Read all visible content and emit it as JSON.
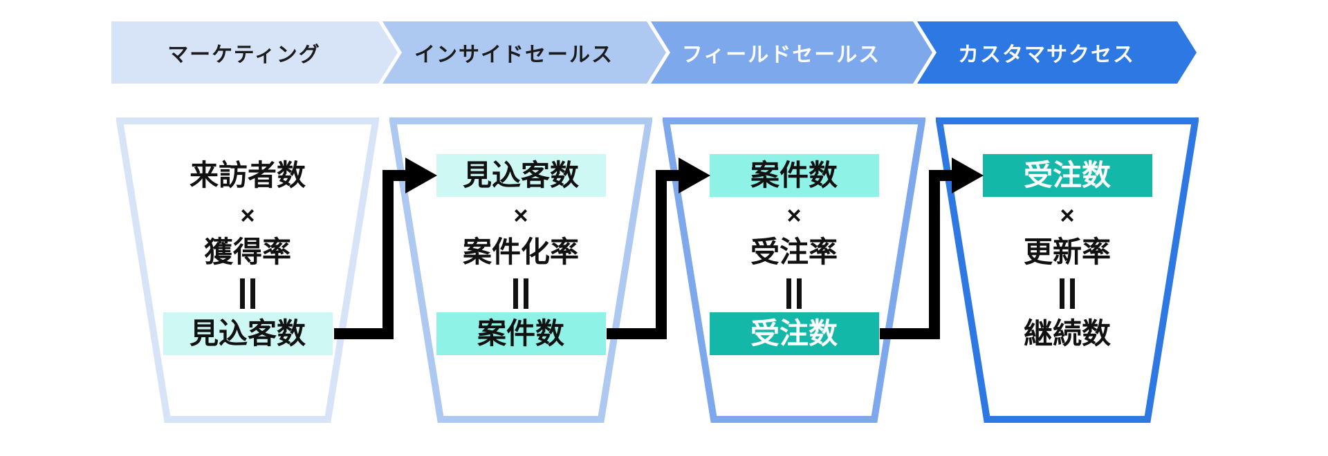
{
  "diagram": {
    "type": "sales-pipeline-funnel",
    "connector_color": "#000000",
    "equals_symbol": "||",
    "highlight_levels": {
      "none": "transparent",
      "light_cyan": "#cdf8f4",
      "aqua": "#8ef2e6",
      "teal": "#14b8a8"
    }
  },
  "stages": [
    {
      "label": "マーケティング",
      "color": "#d7e4f8",
      "text_color": "#1b1b1d",
      "funnel": {
        "input": {
          "text": "来訪者数",
          "bg": "transparent",
          "fg": "#111111"
        },
        "multiply": "×",
        "rate": "獲得率",
        "output": {
          "text": "見込客数",
          "bg": "#cdf8f4",
          "fg": "#111111"
        }
      }
    },
    {
      "label": "インサイドセールス",
      "color": "#adc8f1",
      "text_color": "#1b1b1d",
      "funnel": {
        "input": {
          "text": "見込客数",
          "bg": "#cdf8f4",
          "fg": "#111111"
        },
        "multiply": "×",
        "rate": "案件化率",
        "output": {
          "text": "案件数",
          "bg": "#8ef2e6",
          "fg": "#111111"
        }
      }
    },
    {
      "label": "フィールドセールス",
      "color": "#7da8eb",
      "text_color": "#ffffff",
      "funnel": {
        "input": {
          "text": "案件数",
          "bg": "#8ef2e6",
          "fg": "#111111"
        },
        "multiply": "×",
        "rate": "受注率",
        "output": {
          "text": "受注数",
          "bg": "#14b8a8",
          "fg": "#ffffff"
        }
      }
    },
    {
      "label": "カスタマサクセス",
      "color": "#2e78e4",
      "text_color": "#ffffff",
      "funnel": {
        "input": {
          "text": "受注数",
          "bg": "#14b8a8",
          "fg": "#ffffff"
        },
        "multiply": "×",
        "rate": "更新率",
        "output": {
          "text": "継続数",
          "bg": "transparent",
          "fg": "#111111"
        }
      }
    }
  ]
}
